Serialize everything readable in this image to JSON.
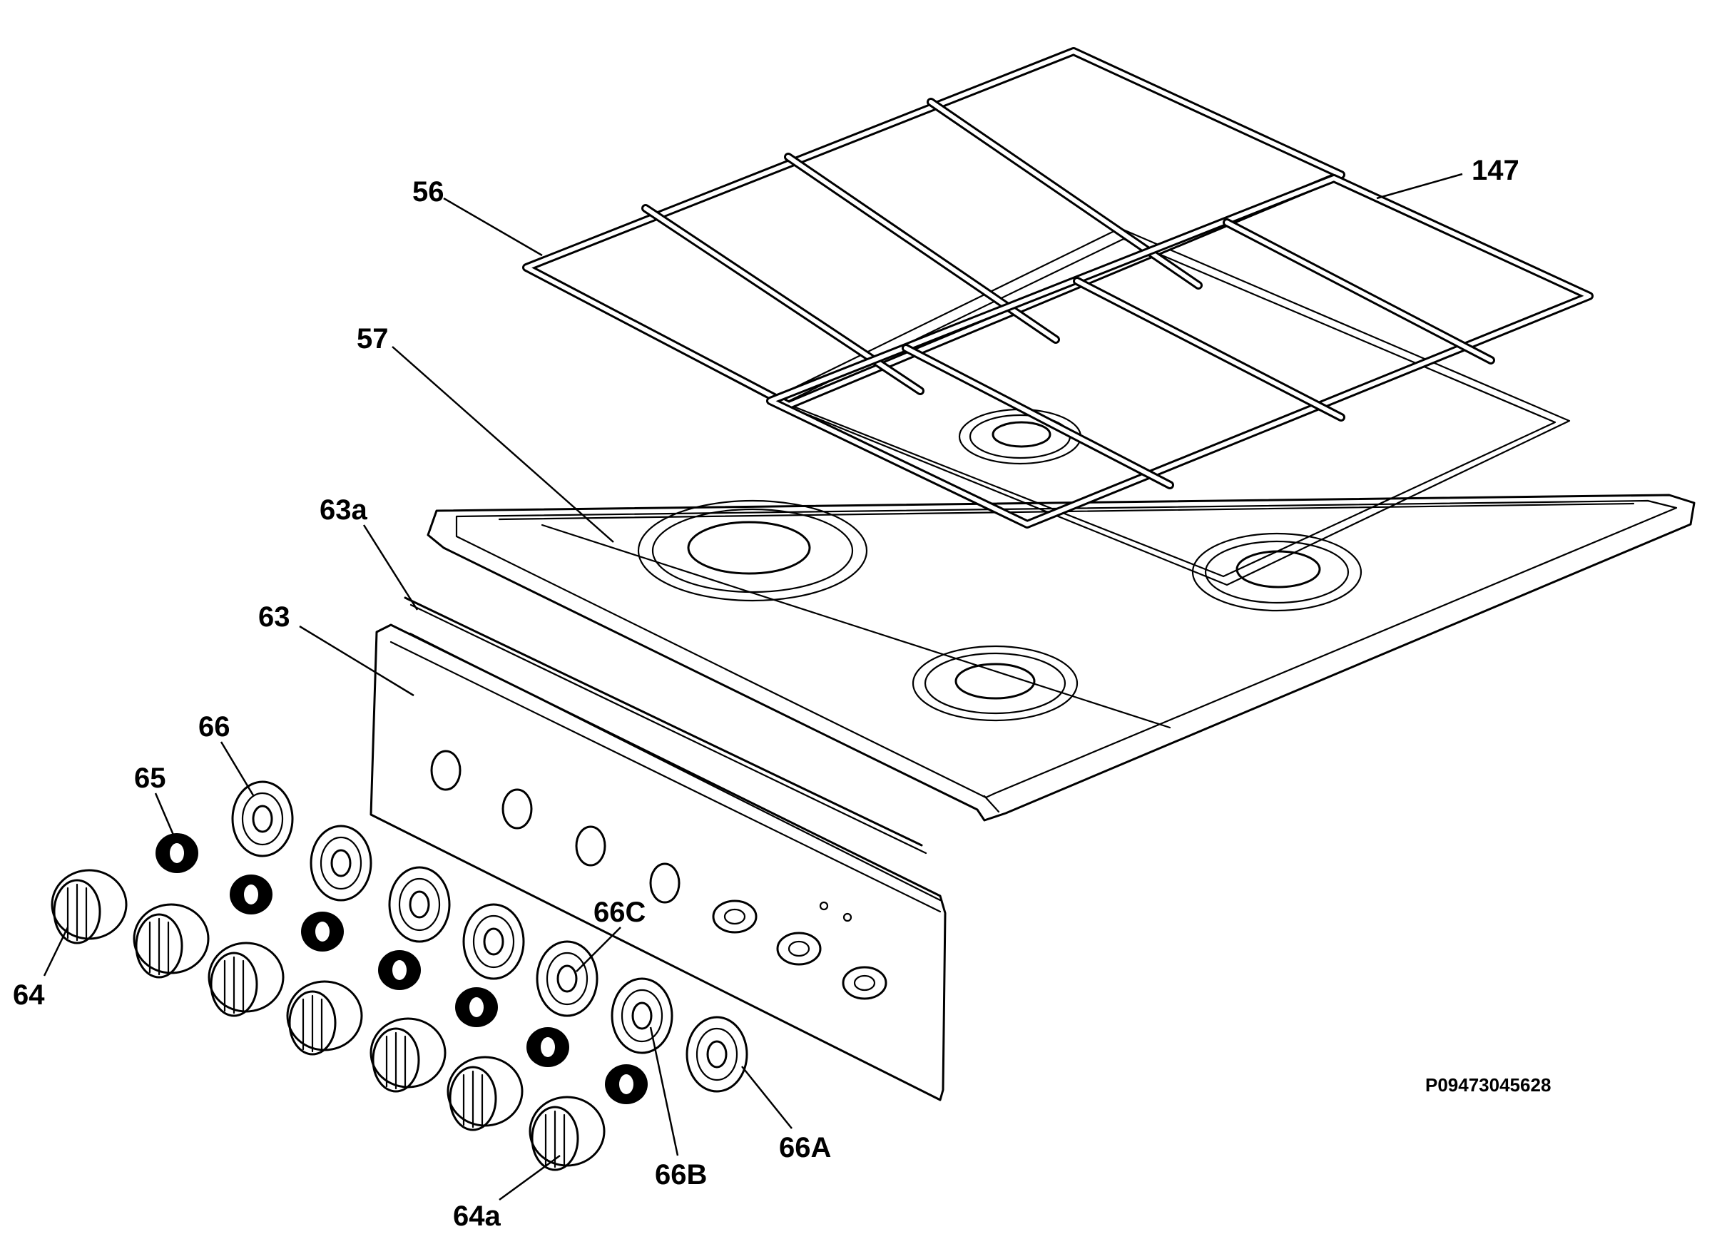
{
  "labels": {
    "l56": "56",
    "l147": "147",
    "l57": "57",
    "l63a": "63a",
    "l63": "63",
    "l66": "66",
    "l65": "65",
    "l64": "64",
    "l66c": "66C",
    "l66b": "66B",
    "l66a": "66A",
    "l64a": "64a"
  },
  "part_code": "P09473045628"
}
